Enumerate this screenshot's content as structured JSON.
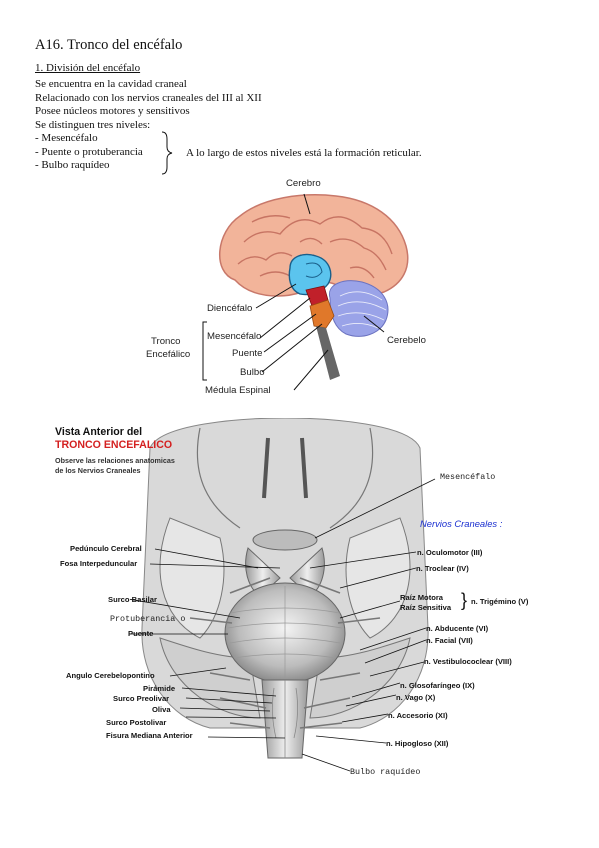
{
  "title": "A16. Tronco del encéfalo",
  "section": "1. División del encéfalo",
  "lines": [
    "Se encuentra en la cavidad craneal",
    "Relacionado con los nervios craneales del III al XII",
    "Posee núcleos motores y sensitivos",
    "Se distinguen tres niveles:",
    "- Mesencéfalo",
    "- Puente o protuberancia",
    "- Bulbo raquídeo"
  ],
  "brace_note": "A lo largo de estos niveles está la formación reticular.",
  "figure1": {
    "labels": {
      "cerebro": "Cerebro",
      "diencefalo": "Diencéfalo",
      "mesencefalo": "Mesencéfalo",
      "puente": "Puente",
      "bulbo": "Bulbo",
      "medula": "Médula Espinal",
      "cerebelo": "Cerebelo",
      "tronco_1": "Tronco",
      "tronco_2": "Encefálico"
    },
    "colors": {
      "cerebrum": "#f2b49a",
      "diencephalon": "#5bc4ee",
      "midbrain": "#c0202a",
      "pons": "#e0782a",
      "medulla": "#666666",
      "cerebellum": "#9aa3e8"
    }
  },
  "figure2": {
    "title_1": "Vista Anterior del",
    "title_2": "TRONCO ENCEFALICO",
    "subtitle_1": "Observe las relaciones anatomicas",
    "subtitle_2": "de los Nervios Craneales",
    "mesencefalo": "Mesencéfalo",
    "nervios_header": "Nervios Craneales :",
    "left_labels": [
      "Pedúnculo Cerebral",
      "Fosa Interpeduncular",
      "Surco Basilar",
      "Protuberancia o",
      "Puente",
      "Angulo Cerebelopontino",
      "Pirámide",
      "Surco Preolivar",
      "Oliva",
      "Surco Postolivar",
      "Fisura Mediana Anterior"
    ],
    "right_labels": [
      "n. Oculomotor (III)",
      "n. Troclear (IV)",
      "Raíz Motora",
      "Raíz Sensitiva",
      "n. Trigémino (V)",
      "n. Abducente (VI)",
      "n. Facial (VII)",
      "n. Vestibulococlear (VIII)",
      "n. Glosofaríngeo (IX)",
      "n. Vago (X)",
      "n. Accesorio (XI)",
      "n. Hipogloso (XII)"
    ],
    "bulbo": "Bulbo raquídeo",
    "colors": {
      "title_red": "#d42020",
      "header_blue": "#1a2fd0"
    }
  }
}
